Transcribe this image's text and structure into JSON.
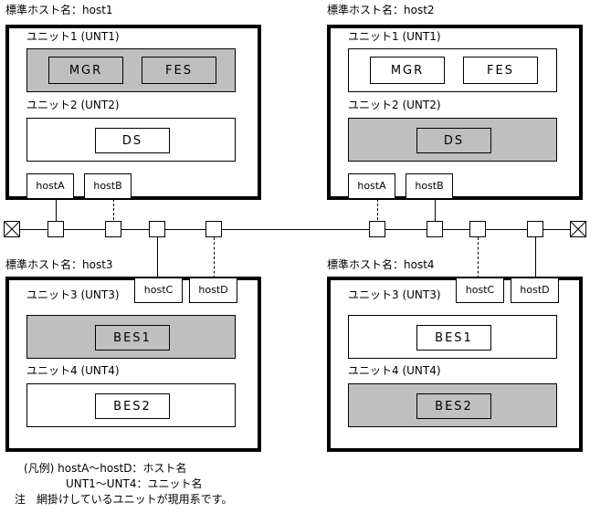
{
  "diagram": {
    "title_prefix": "標準ホスト名：",
    "gray_fill": "#bfbfbf",
    "line_color": "#000000"
  },
  "hosts": [
    {
      "id": "host1",
      "title": "標準ホスト名：host1",
      "units": [
        {
          "label": "ユニット1（UNT1）",
          "label_text": "ユニット1 (UNT1)",
          "active": true,
          "components": [
            "MGR",
            "FES"
          ]
        },
        {
          "label": "ユニット2（UNT2）",
          "label_text": "ユニット2 (UNT2)",
          "active": false,
          "components": [
            "DS"
          ]
        }
      ],
      "hostnames": [
        {
          "name": "hostA",
          "link": "solid"
        },
        {
          "name": "hostB",
          "link": "dashed"
        }
      ]
    },
    {
      "id": "host2",
      "title": "標準ホスト名：host2",
      "units": [
        {
          "label": "ユニット1（UNT1）",
          "label_text": "ユニット1 (UNT1)",
          "active": false,
          "components": [
            "MGR",
            "FES"
          ]
        },
        {
          "label": "ユニット2（UNT2）",
          "label_text": "ユニット2 (UNT2)",
          "active": true,
          "components": [
            "DS"
          ]
        }
      ],
      "hostnames": [
        {
          "name": "hostA",
          "link": "dashed"
        },
        {
          "name": "hostB",
          "link": "solid"
        }
      ]
    },
    {
      "id": "host3",
      "title": "標準ホスト名：host3",
      "units": [
        {
          "label": "ユニット3（UNT3）",
          "label_text": "ユニット3 (UNT3)",
          "active": true,
          "components": [
            "BES1"
          ]
        },
        {
          "label": "ユニット4（UNT4）",
          "label_text": "ユニット4 (UNT4)",
          "active": false,
          "components": [
            "BES2"
          ]
        }
      ],
      "hostnames": [
        {
          "name": "hostC",
          "link": "solid"
        },
        {
          "name": "hostD",
          "link": "dashed"
        }
      ]
    },
    {
      "id": "host4",
      "title": "標準ホスト名：host4",
      "units": [
        {
          "label": "ユニット3（UNT3）",
          "label_text": "ユニット3 (UNT3)",
          "active": false,
          "components": [
            "BES1"
          ]
        },
        {
          "label": "ユニット4（UNT4）",
          "label_text": "ユニット4 (UNT4)",
          "active": true,
          "components": [
            "BES2"
          ]
        }
      ],
      "hostnames": [
        {
          "name": "hostC",
          "link": "dashed"
        },
        {
          "name": "hostD",
          "link": "solid"
        }
      ]
    }
  ],
  "network": {
    "terminator_left": "bus-terminator",
    "terminator_right": "bus-terminator",
    "node_count": 8
  },
  "legend": {
    "line1": "（凡例）hostA〜hostD：ホスト名",
    "line1_text": "(凡例) hostA〜hostD：ホスト名",
    "line2": "UNT1〜UNT4：ユニット名",
    "line3": "注　網掛けしているユニットが現用系です。"
  }
}
